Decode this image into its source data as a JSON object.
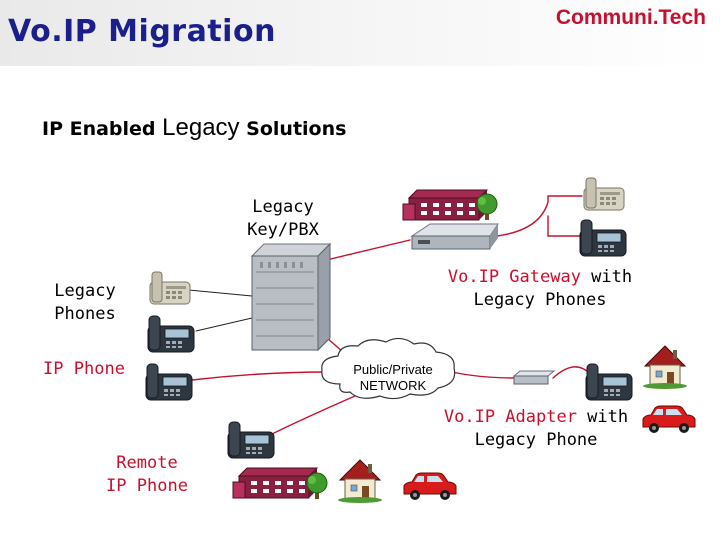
{
  "header": {
    "title": "Vo.IP Migration",
    "brand": "Communi.Tech"
  },
  "subtitle": {
    "part1": "IP Enabled ",
    "part2": "Legacy",
    "part3": " Solutions"
  },
  "labels": {
    "pbx_line1": "Legacy",
    "pbx_line2": "Key/PBX",
    "legacy_phones_line1": "Legacy",
    "legacy_phones_line2": "Phones",
    "ip_phone": "IP Phone",
    "gateway_red": "Vo.IP Gateway",
    "gateway_with": " with",
    "gateway_line2": "Legacy Phones",
    "network_line1": "Public/Private",
    "network_line2": "NETWORK",
    "adapter_red": "Vo.IP Adapter",
    "adapter_with": " with",
    "adapter_line2": "Legacy Phone",
    "remote_line1": "Remote",
    "remote_line2": "IP Phone"
  },
  "icons": [
    "office-building-icon",
    "tree-icon",
    "desk-phone-icon",
    "ip-phone-icon",
    "pbx-cabinet-icon",
    "gateway-device-icon",
    "network-cloud-icon",
    "adapter-device-icon",
    "house-icon",
    "car-icon"
  ],
  "colors": {
    "title": "#1a1f8c",
    "brand": "#c8102e",
    "highlight": "#c8102e",
    "connector": "#c8102e"
  }
}
